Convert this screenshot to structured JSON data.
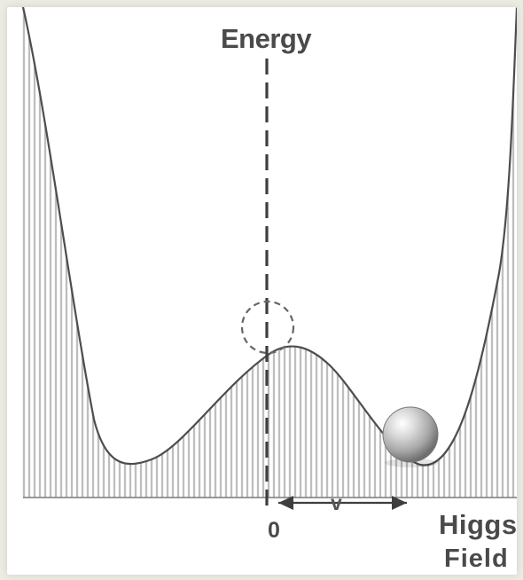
{
  "diagram": {
    "axis_label_energy": "Energy",
    "axis_label_origin": "0",
    "vev_label": "v",
    "field_axis_label_line1": "Higgs",
    "field_axis_label_line2": "Field",
    "colors": {
      "background": "#ecebe3",
      "curve": "#4d4d4d",
      "hatch": "#6e6e6e",
      "dashed_axis": "#3e3e3e",
      "ball_highlight": "#ffffff",
      "ball_shadow": "#6f6f6f"
    }
  }
}
